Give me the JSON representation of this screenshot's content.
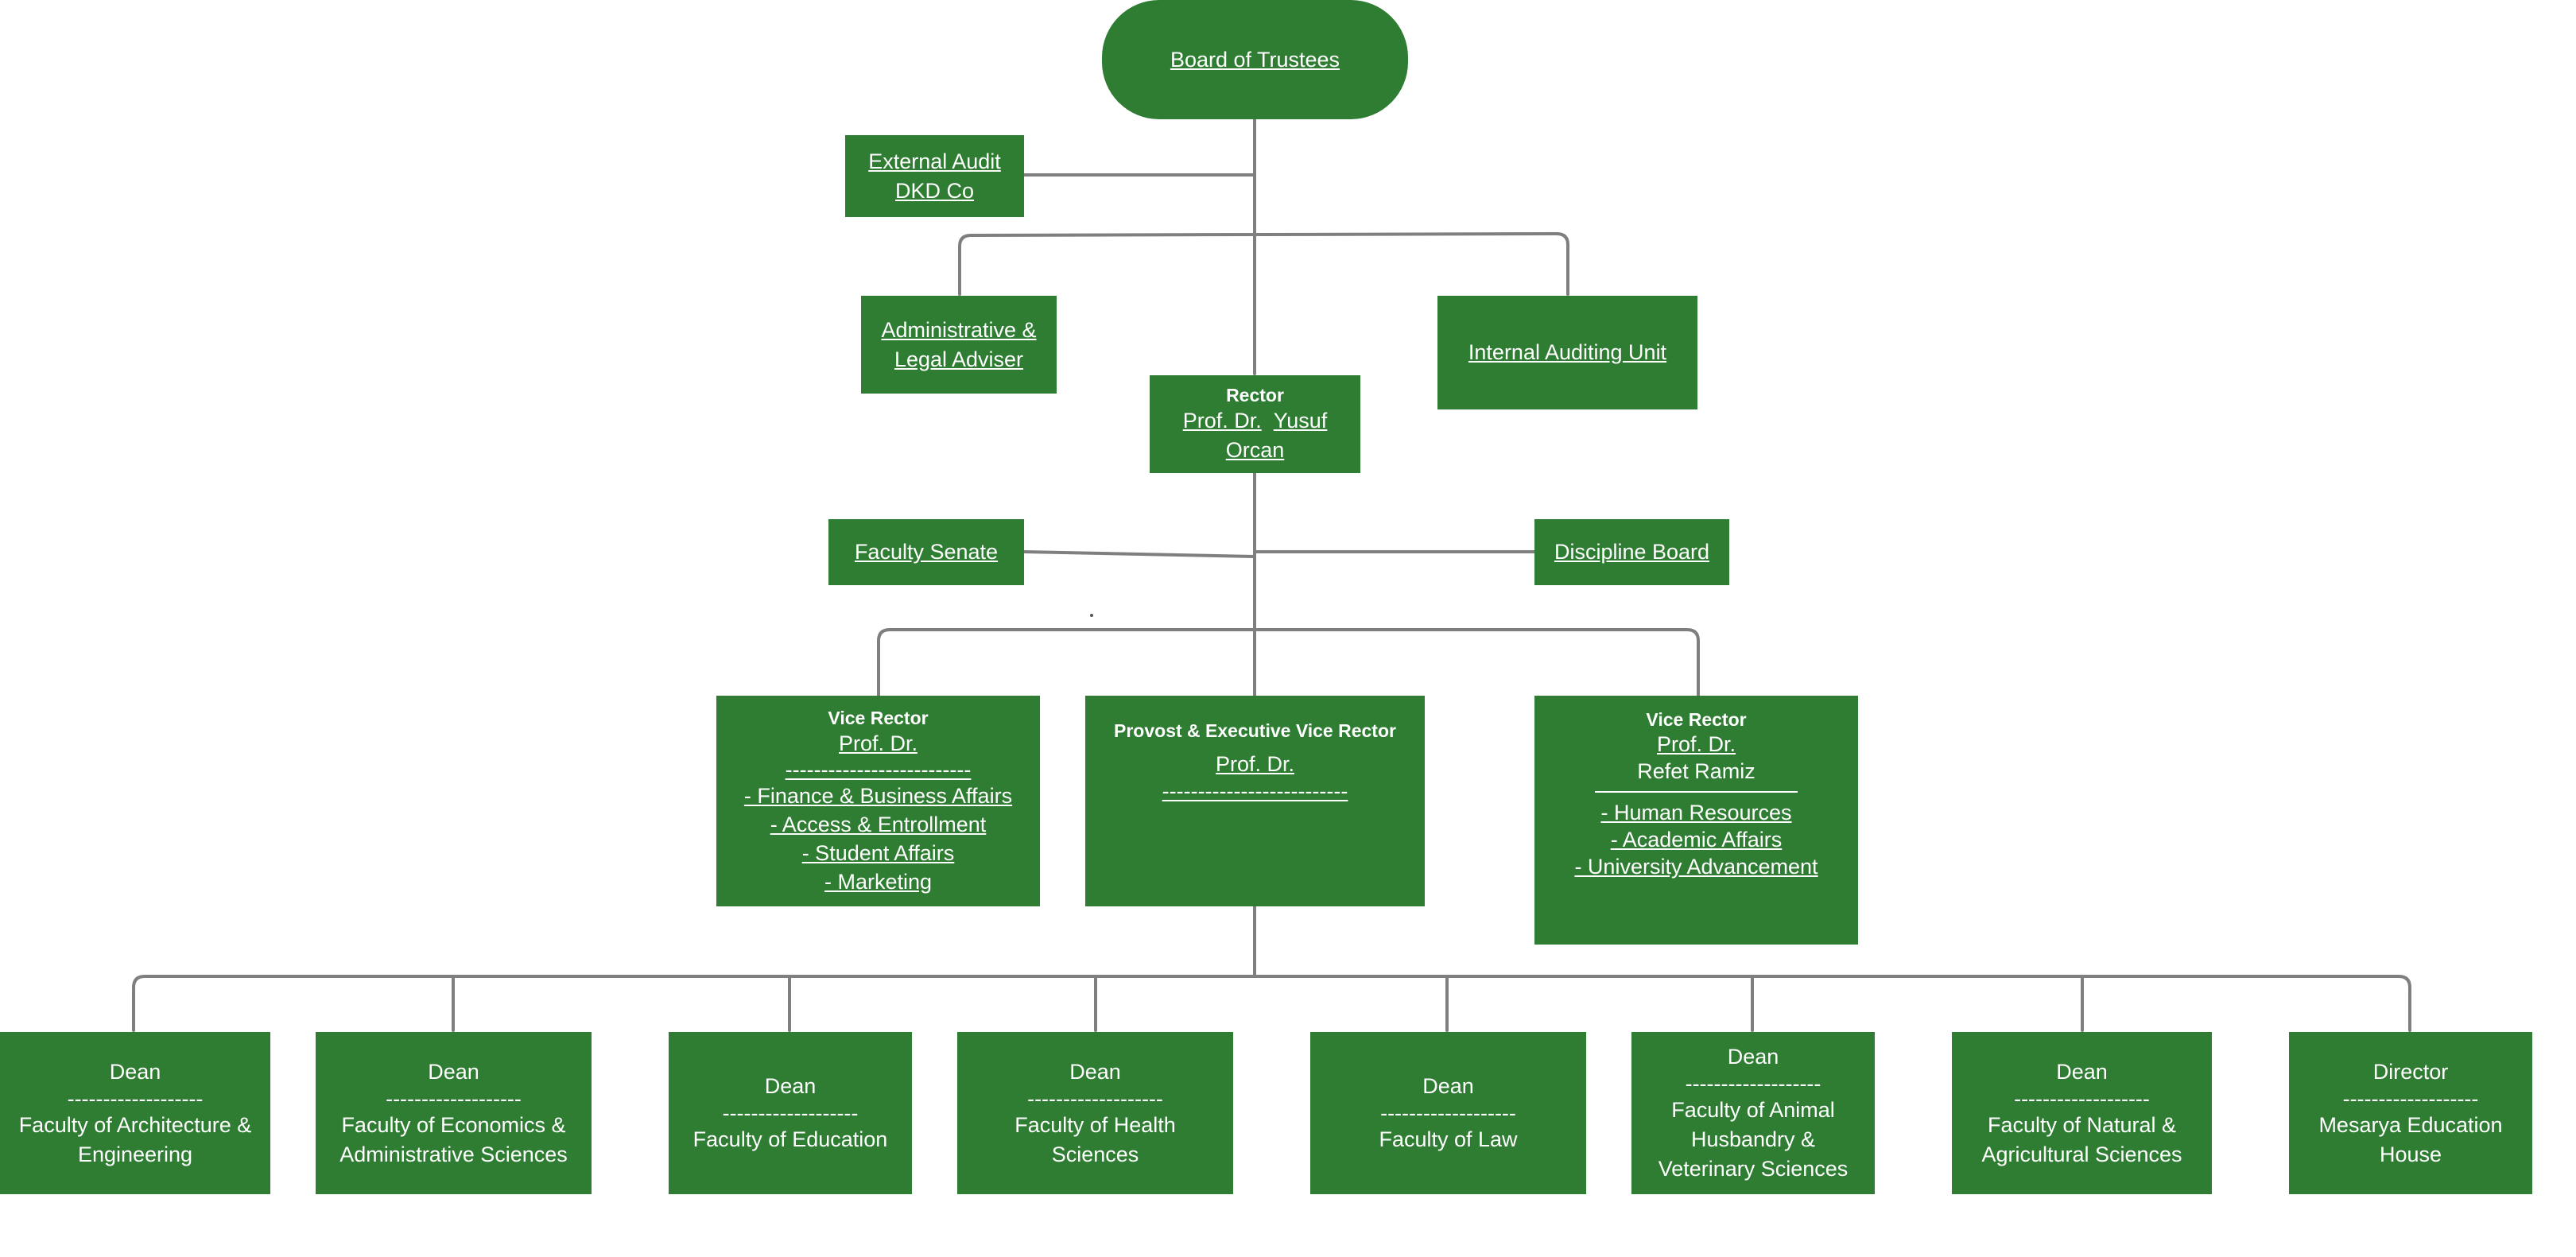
{
  "colors": {
    "box": "#2e7d32",
    "text": "#ffffff",
    "line": "#7f7f7f"
  },
  "board": {
    "label": "Board of Trustees"
  },
  "external_audit": {
    "line1": "External Audit",
    "line2": "DKD Co"
  },
  "admin_legal": {
    "line1": "Administrative &",
    "line2": "Legal Adviser"
  },
  "internal_audit": {
    "label": "Internal Auditing Unit"
  },
  "rector": {
    "title": "Rector",
    "name_prefix": "Prof. Dr.",
    "name": "Yusuf Orcan"
  },
  "faculty_senate": {
    "label": "Faculty Senate"
  },
  "discipline_board": {
    "label": "Discipline Board"
  },
  "vice_rector_left": {
    "title": "Vice Rector",
    "name": "Prof. Dr.",
    "separator": "--------------------------",
    "duties": [
      "- Finance  & Business Affairs",
      "- Access & Entrollment",
      "- Student Affairs",
      "- Marketing"
    ]
  },
  "provost": {
    "title": "Provost & Executive Vice Rector",
    "name": "Prof. Dr.",
    "separator": "--------------------------"
  },
  "vice_rector_right": {
    "title": "Vice Rector",
    "name": "Prof. Dr.",
    "person": "Refet Ramiz",
    "duties": [
      "- Human Resources",
      "- Academic Affairs",
      "- University Advancement"
    ]
  },
  "units": [
    {
      "role": "Dean",
      "separator": "-------------------",
      "line1": "Faculty of Architecture &",
      "line2": "Engineering"
    },
    {
      "role": "Dean",
      "separator": "-------------------",
      "line1": "Faculty of Economics &",
      "line2": "Administrative Sciences"
    },
    {
      "role": "Dean",
      "separator": "-------------------",
      "line1": "Faculty of Education",
      "line2": ""
    },
    {
      "role": "Dean",
      "separator": "-------------------",
      "line1": "Faculty of Health",
      "line2": "Sciences"
    },
    {
      "role": "Dean",
      "separator": "-------------------",
      "line1": "Faculty of Law",
      "line2": ""
    },
    {
      "role": "Dean",
      "separator": "-------------------",
      "line1": "Faculty of Animal",
      "line2": "Husbandry &",
      "line3": "Veterinary Sciences"
    },
    {
      "role": "Dean",
      "separator": "-------------------",
      "line1": "Faculty of Natural &",
      "line2": "Agricultural Sciences"
    },
    {
      "role": "Director",
      "separator": "-------------------",
      "line1": "Mesarya Education",
      "line2": "House"
    }
  ]
}
